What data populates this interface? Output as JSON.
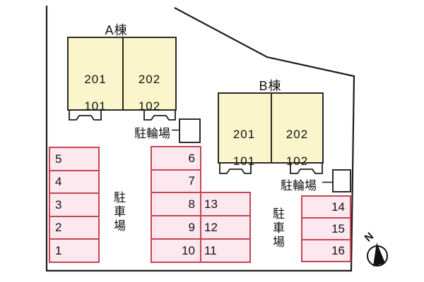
{
  "site_plan": {
    "building_a": {
      "title": "A棟",
      "unit_left_upper": "201",
      "unit_left_lower": "101",
      "unit_right_upper": "202",
      "unit_right_lower": "102",
      "bicycle_label": "駐輪場"
    },
    "building_b": {
      "title": "B棟",
      "unit_left_upper": "201",
      "unit_left_lower": "101",
      "unit_right_upper": "202",
      "unit_right_lower": "102",
      "bicycle_label": "駐輪場"
    },
    "parking_left_label": "駐車場",
    "parking_right_label": "駐車場",
    "spaces": {
      "left": [
        "5",
        "4",
        "3",
        "2",
        "1"
      ],
      "middle_main": [
        "6",
        "7",
        "8",
        "9",
        "10"
      ],
      "middle_sub": [
        "13",
        "12",
        "11"
      ],
      "right": [
        "14",
        "15",
        "16"
      ]
    },
    "compass_label": "N",
    "colors": {
      "building_fill": "#fbf5cb",
      "building_border": "#2a2a20",
      "parking_fill": "#fce8ee",
      "parking_border": "#c64553",
      "boundary_line": "#1c1c1c"
    }
  }
}
